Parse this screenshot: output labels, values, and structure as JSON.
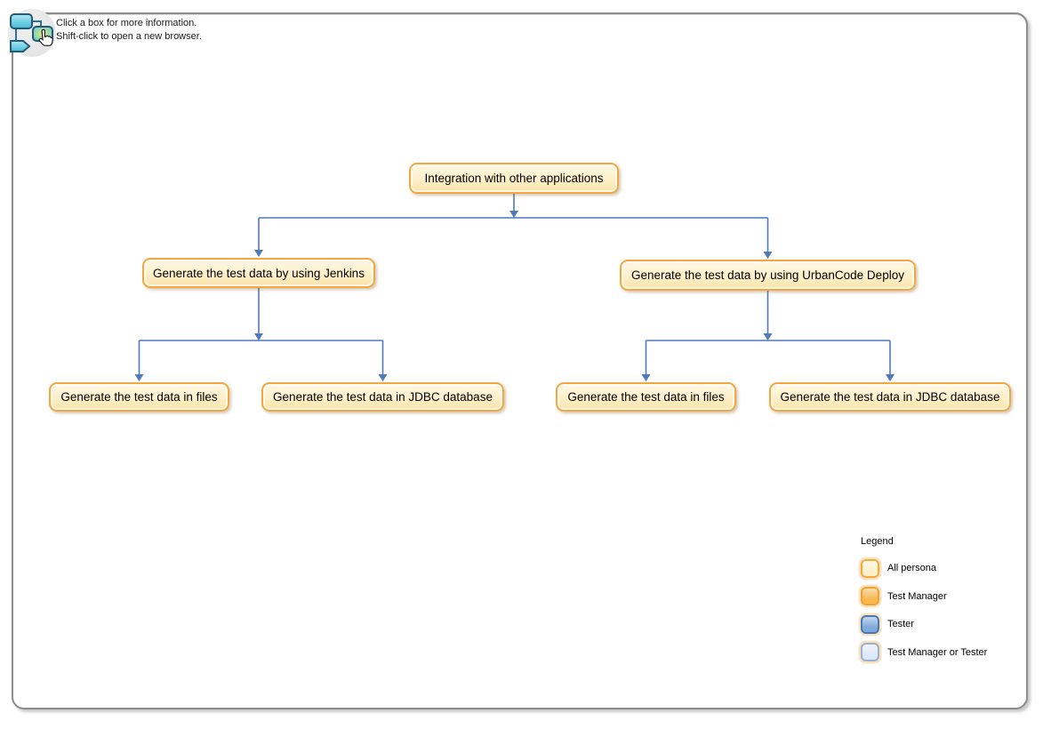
{
  "instructions": {
    "line1": "Click a box for more information.",
    "line2": "Shift-click to open a new browser."
  },
  "diagram": {
    "nodes": [
      {
        "id": "integration",
        "label": "Integration with other applications",
        "persona": "All persona"
      },
      {
        "id": "jenkins",
        "label": "Generate the test data by using Jenkins",
        "persona": "All persona"
      },
      {
        "id": "urbancode",
        "label": "Generate the test data by using UrbanCode Deploy",
        "persona": "All persona"
      },
      {
        "id": "jenkins-files",
        "label": "Generate the test data in files",
        "persona": "All persona"
      },
      {
        "id": "jenkins-jdbc",
        "label": "Generate the test data in JDBC database",
        "persona": "All persona"
      },
      {
        "id": "urbancode-files",
        "label": "Generate the test data in files",
        "persona": "All persona"
      },
      {
        "id": "urbancode-jdbc",
        "label": "Generate the test data in JDBC database",
        "persona": "All persona"
      }
    ],
    "edges": [
      {
        "from": "integration",
        "to": "jenkins"
      },
      {
        "from": "integration",
        "to": "urbancode"
      },
      {
        "from": "jenkins",
        "to": "jenkins-files"
      },
      {
        "from": "jenkins",
        "to": "jenkins-jdbc"
      },
      {
        "from": "urbancode",
        "to": "urbancode-files"
      },
      {
        "from": "urbancode",
        "to": "urbancode-jdbc"
      }
    ]
  },
  "legend": {
    "title": "Legend",
    "items": [
      {
        "label": "All persona",
        "fill": "#FDF1CC",
        "border": "#F5A93E"
      },
      {
        "label": "Test Manager",
        "fill": "#F8B850",
        "border": "#F0A334"
      },
      {
        "label": "Tester",
        "fill": "#7FA9DA",
        "border": "#4A78B6"
      },
      {
        "label": "Test Manager or Tester",
        "fill": "#DDE9F8",
        "border": "#9AB1D4"
      }
    ]
  },
  "colors": {
    "connector": "#4E79BA",
    "node_border": "#F4A640",
    "node_fill": "#FDF0C8",
    "frame_border": "#8C8C8C"
  }
}
